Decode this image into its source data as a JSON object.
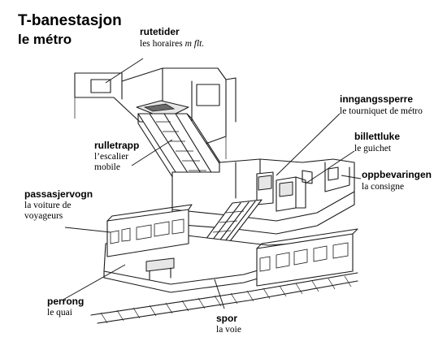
{
  "title": {
    "main": "T-banestasjon",
    "sub": "le métro"
  },
  "labels": {
    "rutetider": {
      "term": "rutetider",
      "translation_prefix": "les horaires ",
      "translation_suffix": "m flt."
    },
    "inngangssperre": {
      "term": "inngangssperre",
      "translation": "le tourniquet de métro"
    },
    "billettluke": {
      "term": "billettluke",
      "translation": "le guichet"
    },
    "oppbevaringen": {
      "term": "oppbevaringen",
      "translation": "la consigne"
    },
    "rulletrapp": {
      "term": "rulletrapp",
      "translation_line1": "l’escalier",
      "translation_line2": "mobile"
    },
    "passasjervogn": {
      "term": "passasjervogn",
      "translation_line1": "la voiture de",
      "translation_line2": "voyageurs"
    },
    "perrong": {
      "term": "perrong",
      "translation": "le quai"
    },
    "spor": {
      "term": "spor",
      "translation": "la voie"
    }
  }
}
